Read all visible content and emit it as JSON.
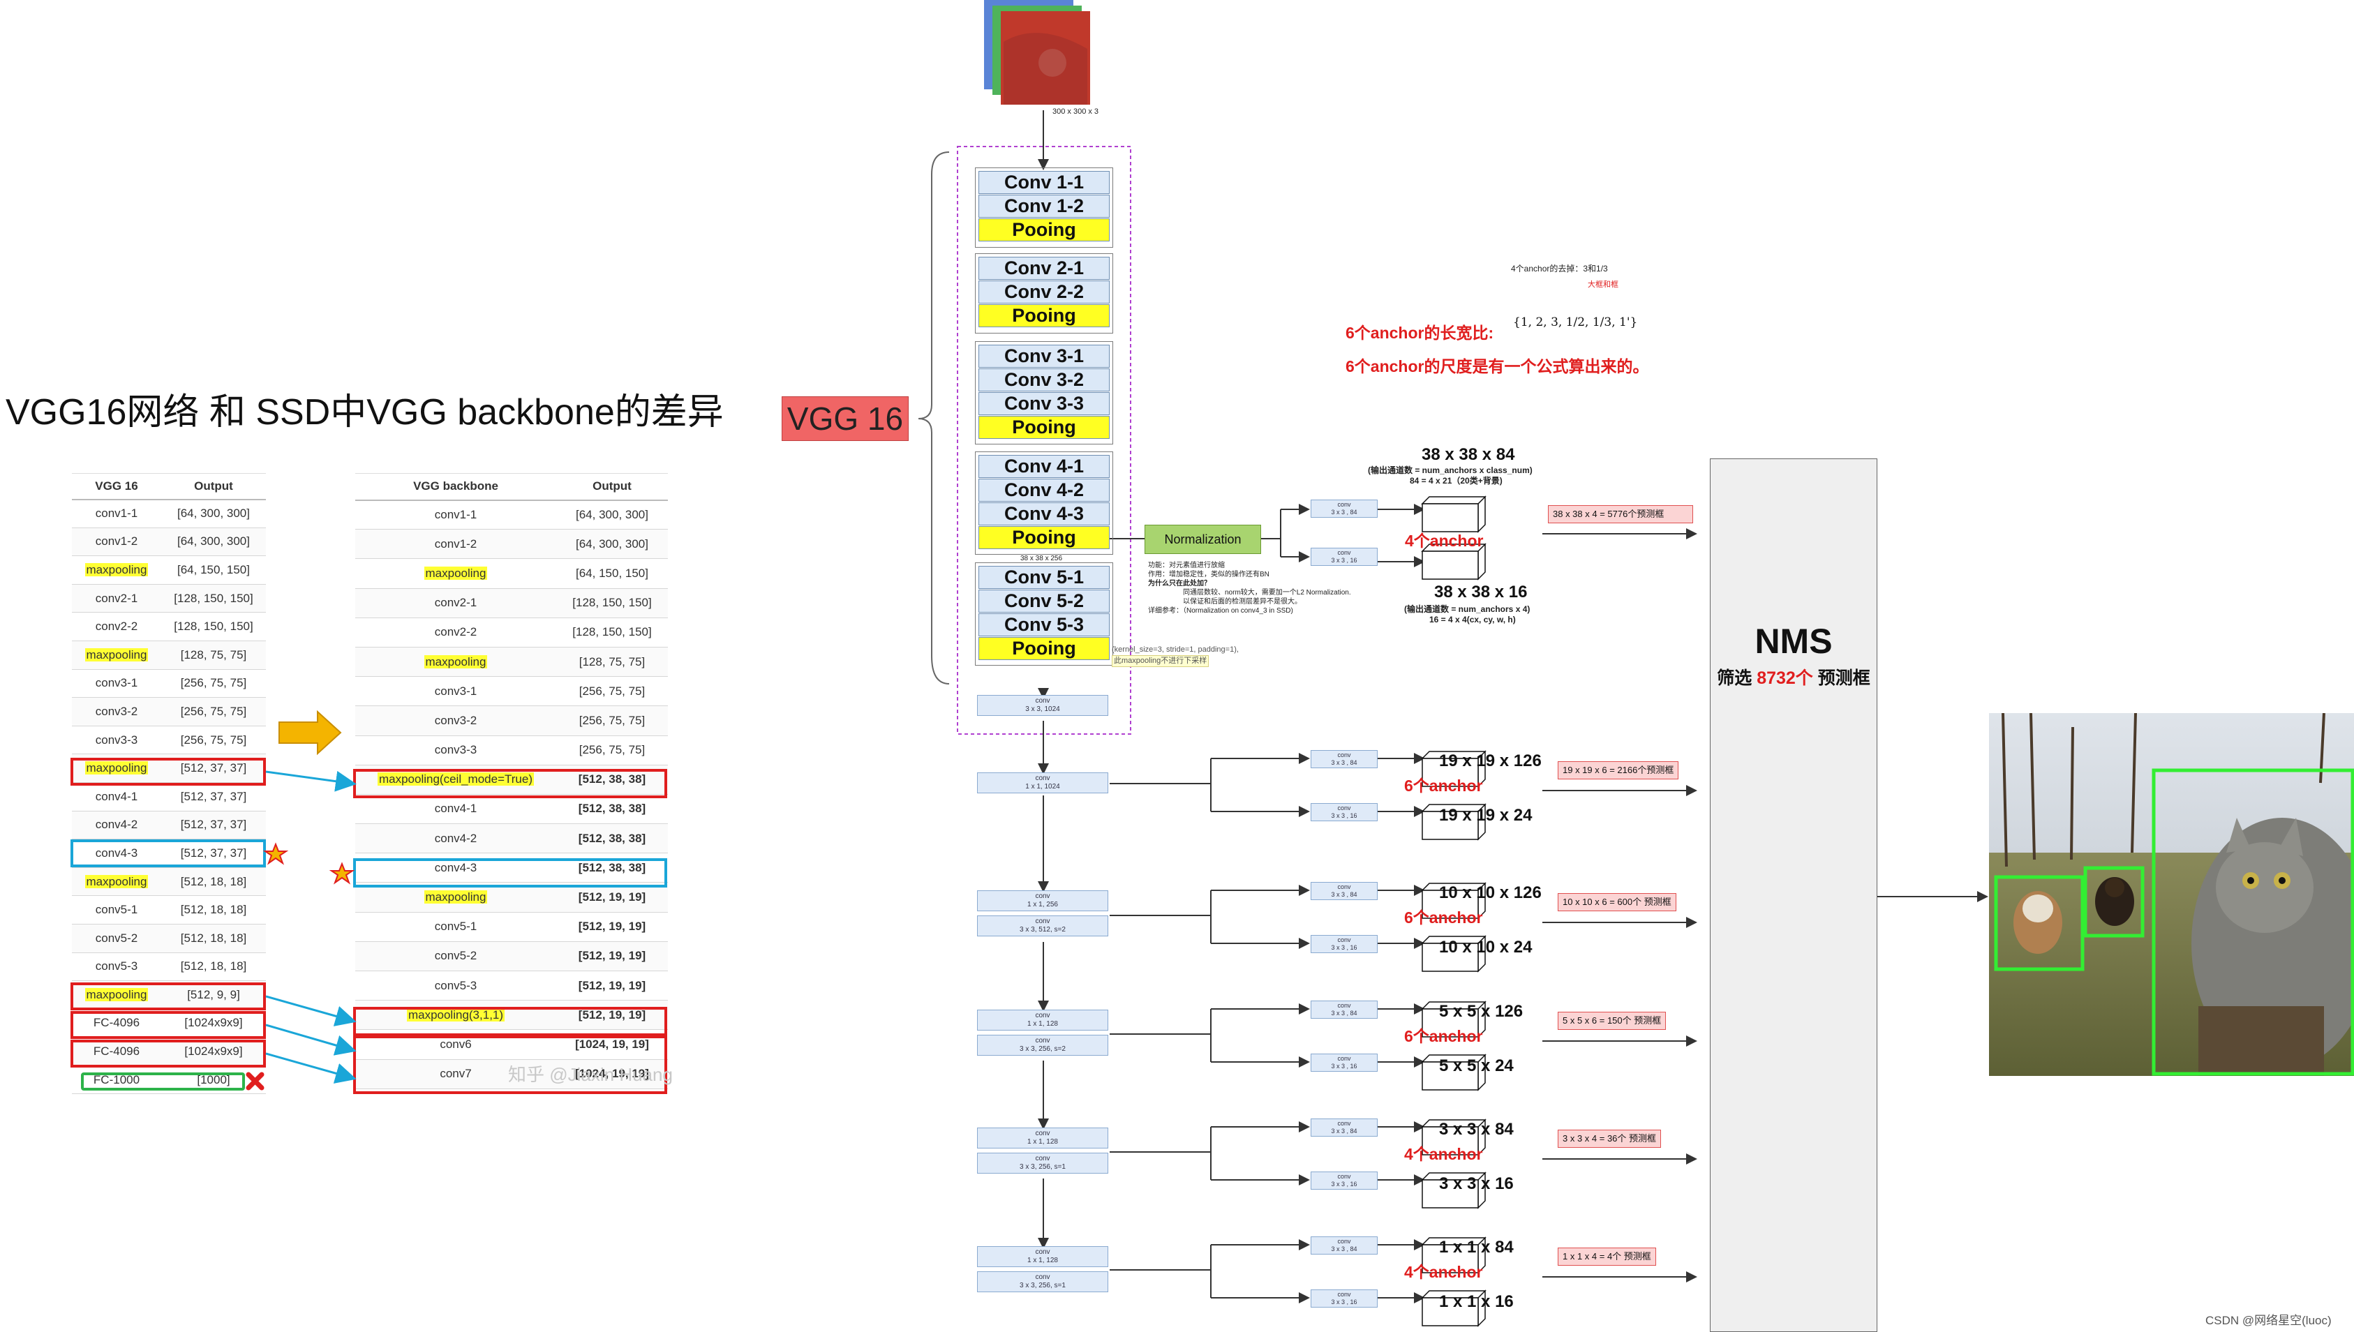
{
  "title": "VGG16网络 和 SSD中VGG backbone的差异",
  "vgg16_table": {
    "headers": [
      "VGG 16",
      "Output"
    ],
    "rows": [
      [
        "conv1-1",
        "[64, 300, 300]"
      ],
      [
        "conv1-2",
        "[64, 300, 300]"
      ],
      [
        "maxpooling",
        "[64, 150, 150]"
      ],
      [
        "conv2-1",
        "[128, 150, 150]"
      ],
      [
        "conv2-2",
        "[128, 150, 150]"
      ],
      [
        "maxpooling",
        "[128, 75, 75]"
      ],
      [
        "conv3-1",
        "[256, 75, 75]"
      ],
      [
        "conv3-2",
        "[256, 75, 75]"
      ],
      [
        "conv3-3",
        "[256, 75, 75]"
      ],
      [
        "maxpooling",
        "[512, 37, 37]"
      ],
      [
        "conv4-1",
        "[512, 37, 37]"
      ],
      [
        "conv4-2",
        "[512, 37, 37]"
      ],
      [
        "conv4-3",
        "[512, 37, 37]"
      ],
      [
        "maxpooling",
        "[512, 18, 18]"
      ],
      [
        "conv5-1",
        "[512, 18, 18]"
      ],
      [
        "conv5-2",
        "[512, 18, 18]"
      ],
      [
        "conv5-3",
        "[512, 18, 18]"
      ],
      [
        "maxpooling",
        "[512, 9, 9]"
      ],
      [
        "FC-4096",
        "[1024x9x9]"
      ],
      [
        "FC-4096",
        "[1024x9x9]"
      ],
      [
        "FC-1000",
        "[1000]"
      ]
    ]
  },
  "backbone_table": {
    "headers": [
      "VGG backbone",
      "Output"
    ],
    "rows": [
      [
        "conv1-1",
        "[64, 300, 300]"
      ],
      [
        "conv1-2",
        "[64, 300, 300]"
      ],
      [
        "maxpooling",
        "[64, 150, 150]"
      ],
      [
        "conv2-1",
        "[128, 150, 150]"
      ],
      [
        "conv2-2",
        "[128, 150, 150]"
      ],
      [
        "maxpooling",
        "[128, 75, 75]"
      ],
      [
        "conv3-1",
        "[256, 75, 75]"
      ],
      [
        "conv3-2",
        "[256, 75, 75]"
      ],
      [
        "conv3-3",
        "[256, 75, 75]"
      ],
      [
        "maxpooling(ceil_mode=True)",
        "[512, 38, 38]"
      ],
      [
        "conv4-1",
        "[512, 38, 38]"
      ],
      [
        "conv4-2",
        "[512, 38, 38]"
      ],
      [
        "conv4-3",
        "[512, 38, 38]"
      ],
      [
        "maxpooling",
        "[512, 19, 19]"
      ],
      [
        "conv5-1",
        "[512, 19, 19]"
      ],
      [
        "conv5-2",
        "[512, 19, 19]"
      ],
      [
        "conv5-3",
        "[512, 19, 19]"
      ],
      [
        "maxpooling(3,1,1)",
        "[512, 19, 19]"
      ],
      [
        "conv6",
        "[1024, 19, 19]"
      ],
      [
        "conv7",
        "[1024, 19, 19]"
      ]
    ]
  },
  "input_size": "300 x 300 x 3",
  "vgg_label": "VGG 16",
  "backbone_layers": [
    "Conv 1-1",
    "Conv 1-2",
    "Pooing",
    "Conv 2-1",
    "Conv 2-2",
    "Pooing",
    "Conv 3-1",
    "Conv 3-2",
    "Conv 3-3",
    "Pooing",
    "Conv 4-1",
    "Conv 4-2",
    "Conv 4-3",
    "Pooing",
    "Conv 5-1",
    "Conv 5-2",
    "Conv 5-3",
    "Pooing"
  ],
  "normalization": {
    "label": "Normalization",
    "size": "38 x 38 x 256",
    "notes": [
      "功能：对元素值进行放缩",
      "作用：增加稳定性，类似的操作还有BN",
      "为什么只在此处加？",
      "同通层数较、norm较大，需要加一个L2 Normalization.",
      "以保证和后面的检测层差异不是很大。",
      "详细参考：（Normalization on conv4_3 in SSD)"
    ]
  },
  "pool5_note": [
    "(kernel_size=3, stride=1, padding=1),",
    "此maxpooling不进行下采样"
  ],
  "anchor_notes": {
    "removal": "4个anchor的去掉：3和1/3",
    "big_small": "大框和框",
    "ratio_label": "6个anchor的长宽比:",
    "ratio_set": "{1, 2, 3, 1/2, 1/3, 1'}",
    "scale": "6个anchor的尺度是有一个公式算出来的。"
  },
  "first_head": {
    "cls": "38 x 38 x 84",
    "cls_note1": "(输出通道数 = num_anchors x class_num)",
    "cls_note2": "84 = 4 x 21（20类+背景)",
    "anchor": "4个anchor",
    "reg": "38 x 38 x 16",
    "reg_note1": "(输出通道数 = num_anchors x 4)",
    "reg_note2": "16 = 4 x 4(cx, cy, w, h)",
    "count": "38 x 38 x 4 = 5776个预测框",
    "conv_cls": [
      "conv",
      "3 x 3 , 84"
    ],
    "conv_reg": [
      "conv",
      "3 x 3 , 16"
    ]
  },
  "extra_convs": [
    [
      "conv",
      "3 x 3, 1024"
    ],
    [
      "conv",
      "1 x 1, 1024"
    ],
    [
      "conv",
      "1 x 1, 256"
    ],
    [
      "conv",
      "3 x 3, 512, s=2"
    ],
    [
      "conv",
      "1 x 1, 128"
    ],
    [
      "conv",
      "3 x 3, 256, s=2"
    ],
    [
      "conv",
      "1 x 1, 128"
    ],
    [
      "conv",
      "3 x 3, 256, s=1"
    ],
    [
      "conv",
      "1 x 1, 128"
    ],
    [
      "conv",
      "3 x 3, 256, s=1"
    ]
  ],
  "heads": [
    {
      "cls": "19 x 19 x 126",
      "anchor": "6个anchor",
      "reg": "19 x 19 x 24",
      "count": "19 x 19 x 6 = 2166个预测框",
      "conv_cls": [
        "conv",
        "3 x 3 , 84"
      ],
      "conv_reg": [
        "conv",
        "3 x 3 , 16"
      ]
    },
    {
      "cls": "10 x 10 x 126",
      "anchor": "6个anchor",
      "reg": "10 x 10 x 24",
      "count": "10 x 10 x 6 = 600个 预测框",
      "conv_cls": [
        "conv",
        "3 x 3 , 84"
      ],
      "conv_reg": [
        "conv",
        "3 x 3 , 16"
      ]
    },
    {
      "cls": "5 x 5 x 126",
      "anchor": "6个anchor",
      "reg": "5 x 5 x 24",
      "count": "5 x 5 x 6 = 150个 预测框",
      "conv_cls": [
        "conv",
        "3 x 3 , 84"
      ],
      "conv_reg": [
        "conv",
        "3 x 3 , 16"
      ]
    },
    {
      "cls": "3 x 3 x 84",
      "anchor": "4个anchor",
      "reg": "3 x 3 x 16",
      "count": "3 x 3 x 4 = 36个 预测框",
      "conv_cls": [
        "conv",
        "3 x 3 , 84"
      ],
      "conv_reg": [
        "conv",
        "3 x 3 , 16"
      ]
    },
    {
      "cls": "1 x 1 x 84",
      "anchor": "4个anchor",
      "reg": "1 x 1 x 16",
      "count": "1 x 1 x 4 = 4个 预测框",
      "conv_cls": [
        "conv",
        "3 x 3 , 84"
      ],
      "conv_reg": [
        "conv",
        "3 x 3 , 16"
      ]
    }
  ],
  "nms": {
    "title": "NMS",
    "prefix": "筛选 ",
    "count": "8732个",
    "suffix": " 预测框"
  },
  "watermark": "知乎 @Jiaxin Huang",
  "credit": "CSDN @网络星空(luoc)",
  "colors": {
    "red": "#e01e1e",
    "blue": "#1aa6d8",
    "green": "#2db34a",
    "yellow": "#ffff33",
    "convBlue": "#dbe8f7",
    "nmsGray": "#efefef"
  }
}
